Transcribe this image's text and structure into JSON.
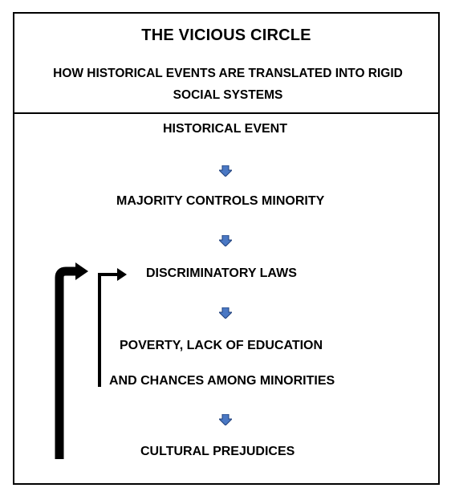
{
  "title": "THE VICIOUS CIRCLE",
  "subtitle": "HOW HISTORICAL EVENTS ARE TRANSLATED INTO RIGID SOCIAL SYSTEMS",
  "steps": {
    "historical_event": "HISTORICAL EVENT",
    "majority_controls": "MAJORITY CONTROLS MINORITY",
    "discriminatory_laws": "DISCRIMINATORY LAWS",
    "poverty_line1": "POVERTY, LACK OF EDUCATION",
    "poverty_line2": "AND CHANCES AMONG MINORITIES",
    "cultural_prejudices": "CULTURAL PREJUDICES"
  },
  "colors": {
    "arrow_fill": "#4a78c4",
    "arrow_stroke": "#1f3f7a",
    "line": "#000000"
  }
}
